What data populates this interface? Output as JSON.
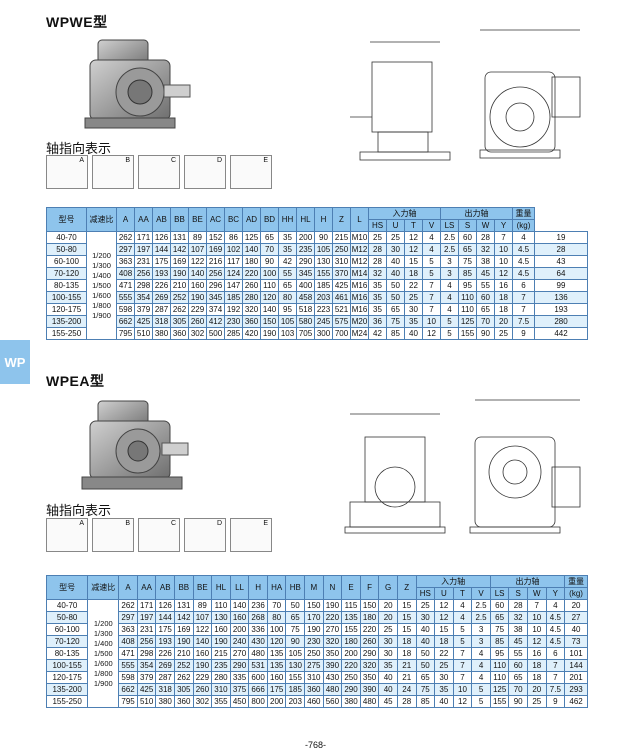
{
  "side_tab": "WP",
  "page_number": "-768-",
  "sections": [
    {
      "title": "WPWE型",
      "axis_label": "轴指向表示",
      "axis_letters": [
        "A",
        "B",
        "C",
        "D",
        "E"
      ],
      "headers": {
        "row1": [
          "型号",
          "减速比",
          "A",
          "AA",
          "AB",
          "BB",
          "BE",
          "AC",
          "BC",
          "AD",
          "BD",
          "HH",
          "HL",
          "H",
          "Z",
          "L",
          "入力轴",
          "出力轴",
          "重量"
        ],
        "row2": [
          "HS",
          "U",
          "T",
          "V",
          "LS",
          "S",
          "W",
          "Y",
          "(kg)"
        ]
      },
      "ratio_text": "1/200\n1/300\n1/400\n1/500\n1/600\n1/800\n1/900",
      "rows": [
        [
          "40-70",
          "262",
          "171",
          "126",
          "131",
          "89",
          "152",
          "86",
          "125",
          "65",
          "35",
          "200",
          "90",
          "215",
          "M10",
          "25",
          "25",
          "12",
          "4",
          "2.5",
          "60",
          "28",
          "7",
          "4",
          "19"
        ],
        [
          "50-80",
          "297",
          "197",
          "144",
          "142",
          "107",
          "169",
          "102",
          "140",
          "70",
          "35",
          "235",
          "105",
          "250",
          "M12",
          "28",
          "30",
          "12",
          "4",
          "2.5",
          "65",
          "32",
          "10",
          "4.5",
          "28"
        ],
        [
          "60-100",
          "363",
          "231",
          "175",
          "169",
          "122",
          "216",
          "117",
          "180",
          "90",
          "42",
          "290",
          "130",
          "310",
          "M12",
          "28",
          "40",
          "15",
          "5",
          "3",
          "75",
          "38",
          "10",
          "4.5",
          "43"
        ],
        [
          "70-120",
          "408",
          "256",
          "193",
          "190",
          "140",
          "256",
          "124",
          "220",
          "100",
          "55",
          "345",
          "155",
          "370",
          "M14",
          "32",
          "40",
          "18",
          "5",
          "3",
          "85",
          "45",
          "12",
          "4.5",
          "64"
        ],
        [
          "80-135",
          "471",
          "298",
          "226",
          "210",
          "160",
          "296",
          "147",
          "260",
          "110",
          "65",
          "400",
          "185",
          "425",
          "M16",
          "35",
          "50",
          "22",
          "7",
          "4",
          "95",
          "55",
          "16",
          "6",
          "99"
        ],
        [
          "100-155",
          "555",
          "354",
          "269",
          "252",
          "190",
          "345",
          "185",
          "280",
          "120",
          "80",
          "458",
          "203",
          "461",
          "M16",
          "35",
          "50",
          "25",
          "7",
          "4",
          "110",
          "60",
          "18",
          "7",
          "136"
        ],
        [
          "120-175",
          "598",
          "379",
          "287",
          "262",
          "229",
          "374",
          "192",
          "320",
          "140",
          "95",
          "518",
          "223",
          "521",
          "M16",
          "35",
          "65",
          "30",
          "7",
          "4",
          "110",
          "65",
          "18",
          "7",
          "193"
        ],
        [
          "135-200",
          "662",
          "425",
          "318",
          "305",
          "260",
          "412",
          "230",
          "360",
          "150",
          "105",
          "580",
          "245",
          "575",
          "M20",
          "36",
          "75",
          "35",
          "10",
          "5",
          "125",
          "70",
          "20",
          "7.5",
          "280"
        ],
        [
          "155-250",
          "795",
          "510",
          "380",
          "360",
          "302",
          "500",
          "285",
          "420",
          "190",
          "103",
          "705",
          "300",
          "700",
          "M24",
          "42",
          "85",
          "40",
          "12",
          "5",
          "155",
          "90",
          "25",
          "9",
          "442"
        ]
      ]
    },
    {
      "title": "WPEA型",
      "axis_label": "轴指向表示",
      "axis_letters": [
        "A",
        "B",
        "C",
        "D",
        "E"
      ],
      "headers": {
        "row1": [
          "型号",
          "减速比",
          "A",
          "AA",
          "AB",
          "BB",
          "BE",
          "HL",
          "LL",
          "H",
          "HA",
          "HB",
          "M",
          "N",
          "E",
          "F",
          "G",
          "Z",
          "入力轴",
          "出力轴",
          "重量"
        ],
        "row2": [
          "HS",
          "U",
          "T",
          "V",
          "LS",
          "S",
          "W",
          "Y",
          "(kg)"
        ]
      },
      "ratio_text": "1/200\n1/300\n1/400\n1/500\n1/600\n1/800\n1/900",
      "rows": [
        [
          "40-70",
          "262",
          "171",
          "126",
          "131",
          "89",
          "110",
          "140",
          "236",
          "70",
          "50",
          "150",
          "190",
          "115",
          "150",
          "20",
          "15",
          "25",
          "12",
          "4",
          "2.5",
          "60",
          "28",
          "7",
          "4",
          "20"
        ],
        [
          "50-80",
          "297",
          "197",
          "144",
          "142",
          "107",
          "130",
          "160",
          "268",
          "80",
          "65",
          "170",
          "220",
          "135",
          "180",
          "20",
          "15",
          "30",
          "12",
          "4",
          "2.5",
          "65",
          "32",
          "10",
          "4.5",
          "27"
        ],
        [
          "60-100",
          "363",
          "231",
          "175",
          "169",
          "122",
          "160",
          "200",
          "336",
          "100",
          "75",
          "190",
          "270",
          "155",
          "220",
          "25",
          "15",
          "40",
          "15",
          "5",
          "3",
          "75",
          "38",
          "10",
          "4.5",
          "40"
        ],
        [
          "70-120",
          "408",
          "256",
          "193",
          "190",
          "140",
          "190",
          "240",
          "430",
          "120",
          "90",
          "230",
          "320",
          "180",
          "260",
          "30",
          "18",
          "40",
          "18",
          "5",
          "3",
          "85",
          "45",
          "12",
          "4.5",
          "73"
        ],
        [
          "80-135",
          "471",
          "298",
          "226",
          "210",
          "160",
          "215",
          "270",
          "480",
          "135",
          "105",
          "250",
          "350",
          "200",
          "290",
          "30",
          "18",
          "50",
          "22",
          "7",
          "4",
          "95",
          "55",
          "16",
          "6",
          "101"
        ],
        [
          "100-155",
          "555",
          "354",
          "269",
          "252",
          "190",
          "235",
          "290",
          "531",
          "135",
          "130",
          "275",
          "390",
          "220",
          "320",
          "35",
          "21",
          "50",
          "25",
          "7",
          "4",
          "110",
          "60",
          "18",
          "7",
          "144"
        ],
        [
          "120-175",
          "598",
          "379",
          "287",
          "262",
          "229",
          "280",
          "335",
          "600",
          "160",
          "155",
          "310",
          "430",
          "250",
          "350",
          "40",
          "21",
          "65",
          "30",
          "7",
          "4",
          "110",
          "65",
          "18",
          "7",
          "201"
        ],
        [
          "135-200",
          "662",
          "425",
          "318",
          "305",
          "260",
          "310",
          "375",
          "666",
          "175",
          "185",
          "360",
          "480",
          "290",
          "390",
          "40",
          "24",
          "75",
          "35",
          "10",
          "5",
          "125",
          "70",
          "20",
          "7.5",
          "293"
        ],
        [
          "155-250",
          "795",
          "510",
          "380",
          "360",
          "302",
          "355",
          "450",
          "800",
          "200",
          "203",
          "460",
          "560",
          "380",
          "480",
          "45",
          "28",
          "85",
          "40",
          "12",
          "5",
          "155",
          "90",
          "25",
          "9",
          "462"
        ]
      ]
    }
  ]
}
